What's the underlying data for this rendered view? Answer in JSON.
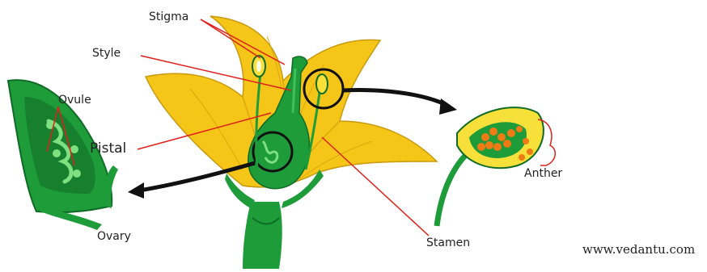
{
  "labels": {
    "stigma": "Stigma",
    "style": "Style",
    "ovule": "Ovule",
    "pistal": "Pistal",
    "ovary": "Ovary",
    "stamen": "Stamen",
    "anther": "Anther"
  },
  "watermark": "www.vedantu.com",
  "colors": {
    "petal": "#f5c518",
    "petal_edge": "#c79a10",
    "green": "#1e9c3a",
    "dark_green": "#0f6b25",
    "light_green": "#3fbf55",
    "pollen": "#f07a14",
    "leader_line": "#e0201b",
    "arrow": "#111111"
  }
}
